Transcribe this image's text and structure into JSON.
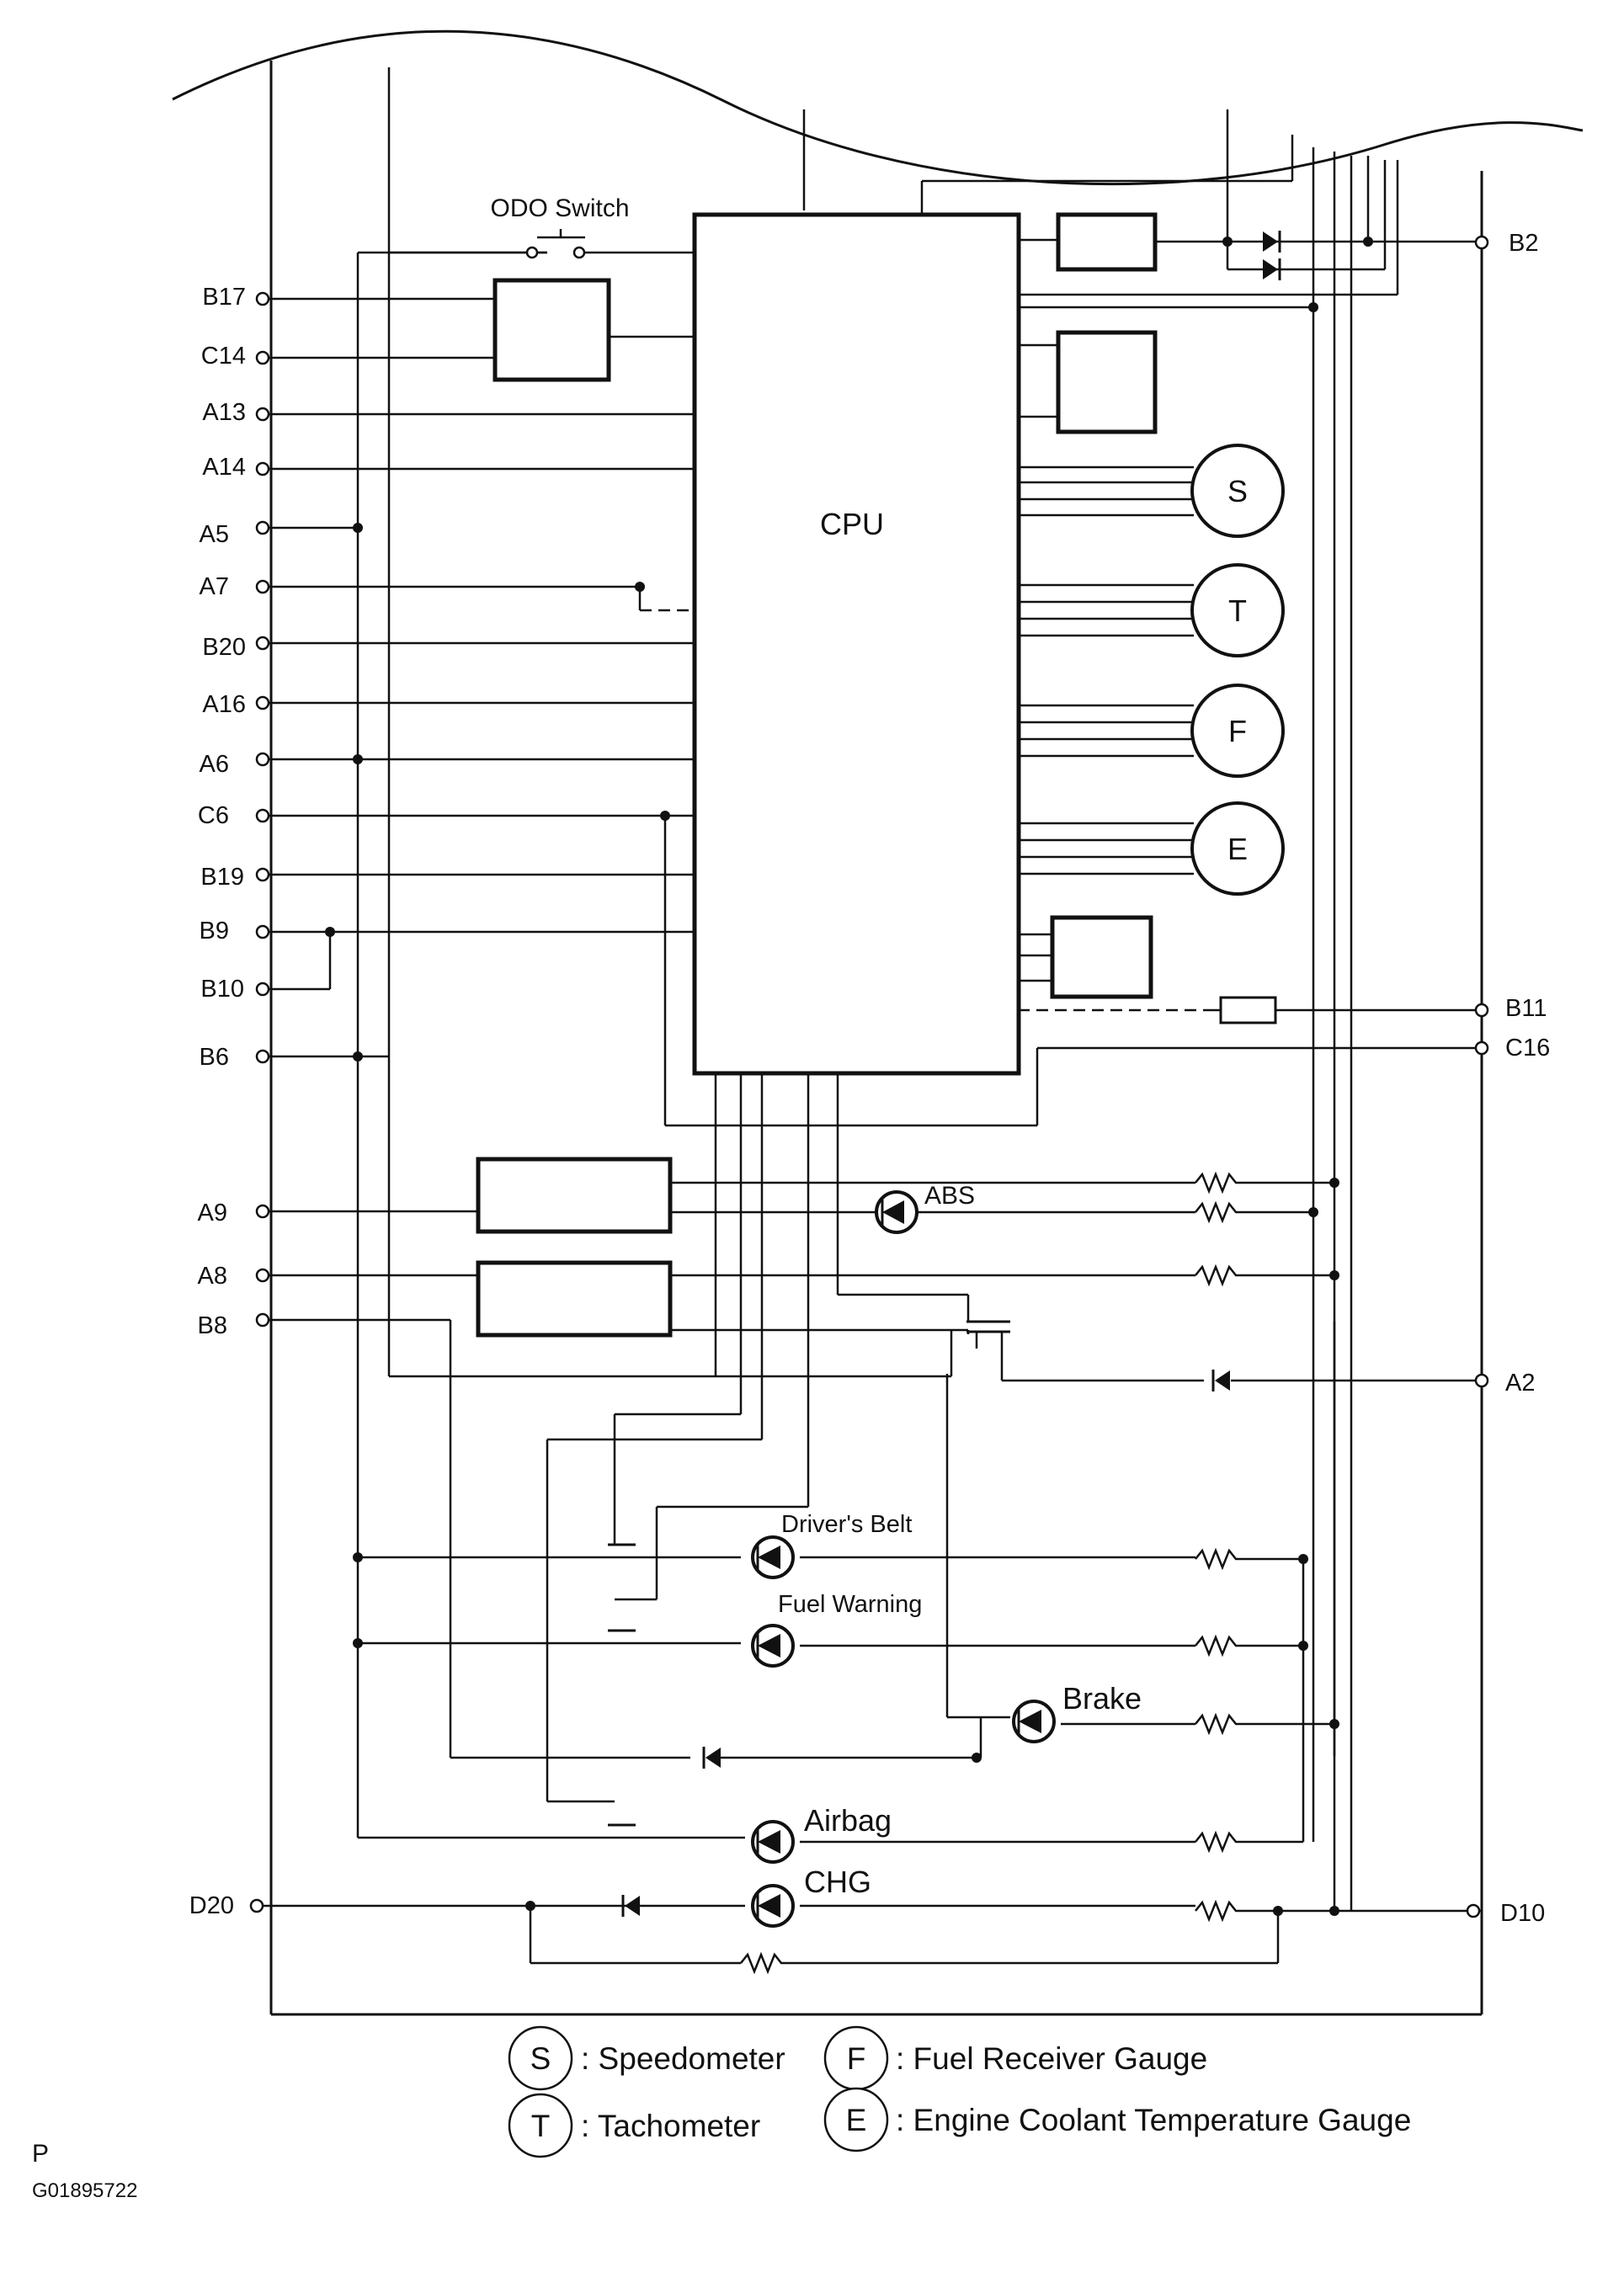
{
  "pins_left": [
    "B17",
    "C14",
    "A13",
    "A14",
    "A5",
    "A7",
    "B20",
    "A16",
    "A6",
    "C6",
    "B19",
    "B9",
    "B10",
    "B6",
    "A9",
    "A8",
    "B8",
    "D20"
  ],
  "pins_right": [
    "B2",
    "B11",
    "C16",
    "A2",
    "D10"
  ],
  "labels": {
    "cpu": "CPU",
    "odo_switch": "ODO Switch",
    "abs": "ABS",
    "drivers_belt": "Driver's Belt",
    "fuel_warning": "Fuel Warning",
    "brake": "Brake",
    "airbag": "Airbag",
    "chg": "CHG"
  },
  "gauges": [
    "S",
    "T",
    "F",
    "E"
  ],
  "legend": [
    {
      "symbol": "S",
      "text": ": Speedometer"
    },
    {
      "symbol": "F",
      "text": ": Fuel Receiver Gauge"
    },
    {
      "symbol": "T",
      "text": ": Tachometer"
    },
    {
      "symbol": "E",
      "text": ": Engine Coolant Temperature Gauge"
    }
  ],
  "footer": {
    "mark": "P",
    "code": "G01895722"
  }
}
